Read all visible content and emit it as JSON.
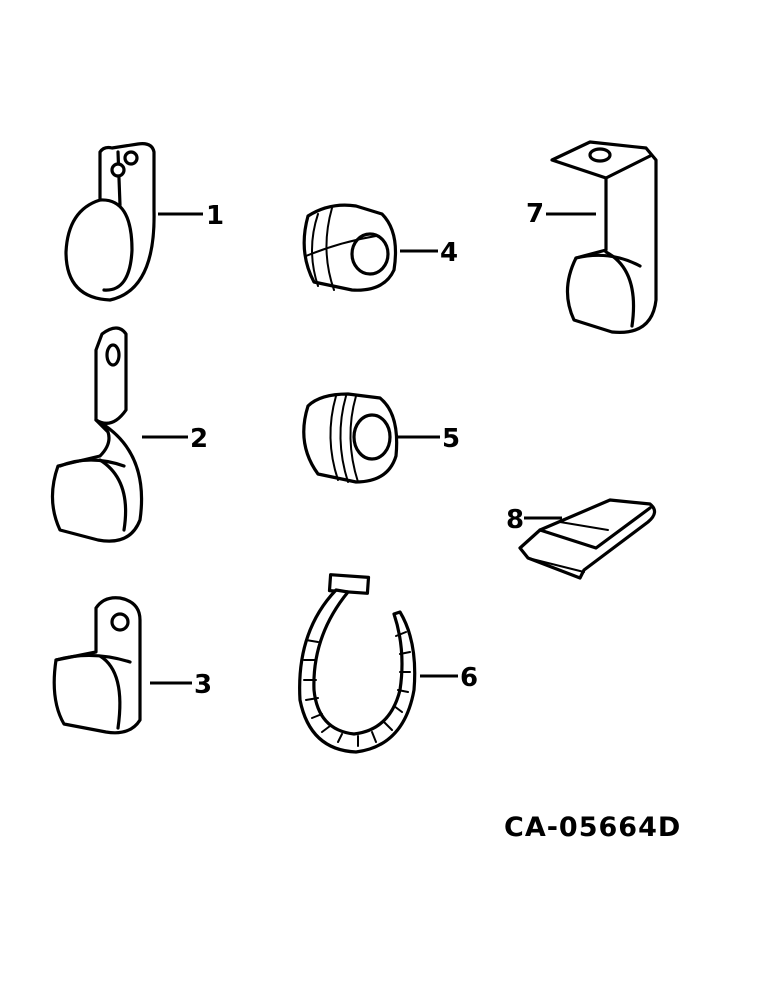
{
  "callouts": {
    "c1": "1",
    "c2": "2",
    "c3": "3",
    "c4": "4",
    "c5": "5",
    "c6": "6",
    "c7": "7",
    "c8": "8"
  },
  "drawing_code": "CA-05664D"
}
